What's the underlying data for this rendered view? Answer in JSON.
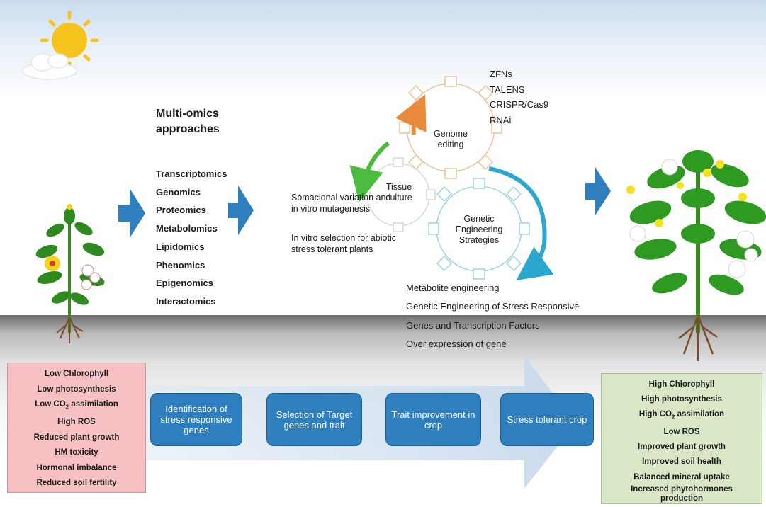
{
  "multi_omics": {
    "heading": "Multi-omics approaches",
    "items": [
      "Transcriptomics",
      "Genomics",
      "Proteomics",
      "Metabolomics",
      "Lipidomics",
      "Phenomics",
      "Epigenomics",
      "Interactomics"
    ]
  },
  "genome_editing": {
    "label": "Genome editing",
    "tools": [
      "ZFNs",
      "TALENS",
      "CRISPR/Cas9",
      "RNAi"
    ]
  },
  "tissue_culture": {
    "label": "Tissue culture",
    "notes": [
      "Somaclonal variation and in vitro mutagenesis",
      "In vitro selection for abiotic stress tolerant plants"
    ]
  },
  "genetic_engineering": {
    "label": "Genetic Engineering Strategies",
    "items": [
      "Metabolite engineering",
      "Genetic Engineering of Stress  Responsive",
      "Genes and Transcription Factors",
      "Over expression of gene"
    ]
  },
  "stressed_plant_traits": {
    "items": [
      "Low Chlorophyll",
      "Low photosynthesis",
      "Low CO2 assimilation",
      "High ROS",
      "Reduced plant growth",
      "HM toxicity",
      "Hormonal imbalance",
      "Reduced soil fertility"
    ]
  },
  "tolerant_plant_traits": {
    "items": [
      "High Chlorophyll",
      "High photosynthesis",
      "High CO2 assimilation",
      "Low ROS",
      "Improved plant growth",
      "Improved soil health",
      "Balanced mineral uptake",
      "Increased phytohormones production"
    ]
  },
  "steps": [
    "Identification of stress responsive genes",
    "Selection of Target genes and trait",
    "Trait improvement in crop",
    "Stress tolerant crop"
  ],
  "colors": {
    "arrow_blue": "#2f7fbf",
    "gear_orange": "#e88a3a",
    "gear_cyan": "#2aa8d0",
    "gear_green": "#4cbb3e",
    "stress_panel": "#f7c1c4",
    "tolerant_panel": "#d9e7c6",
    "sun": "#f6c21c"
  },
  "icons": [
    "sun-icon",
    "cloud-icon",
    "stressed-plant-icon",
    "tolerant-plant-icon",
    "gear-icon"
  ]
}
